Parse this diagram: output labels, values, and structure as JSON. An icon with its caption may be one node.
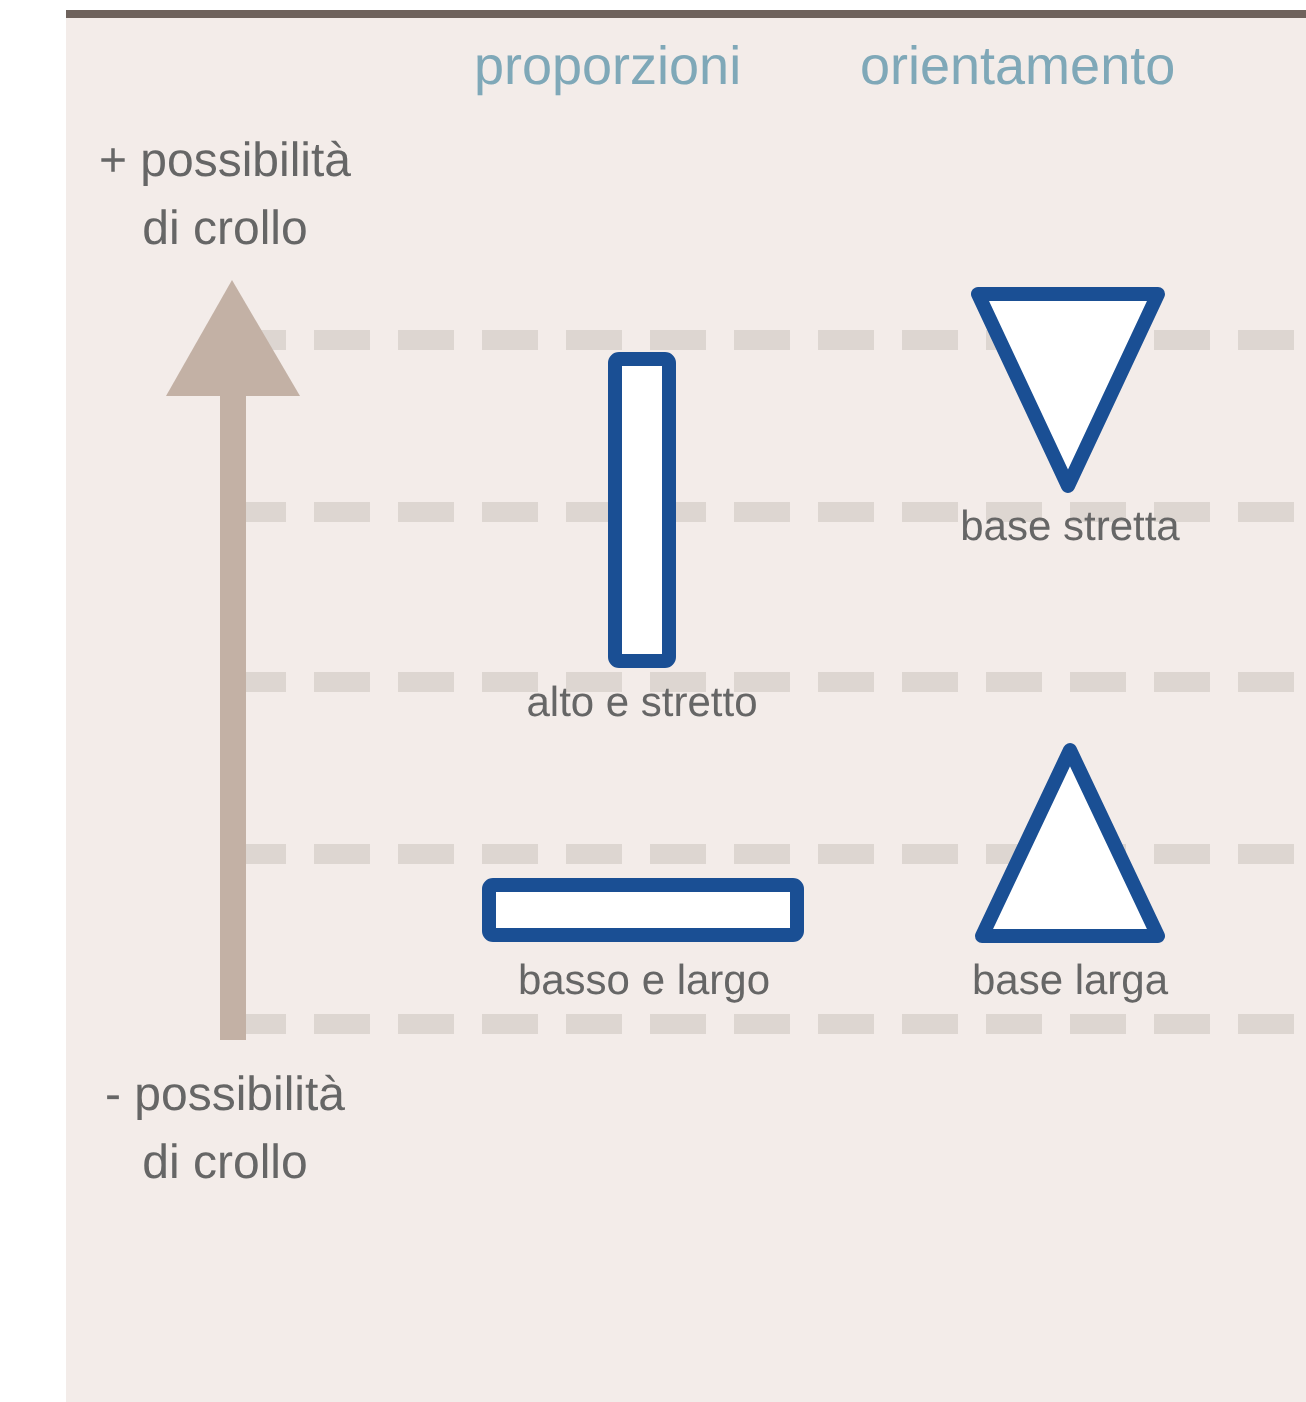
{
  "diagram": {
    "nodes": [
      {
        "text": [],
        "shape": "box",
        "beside": [
          "alto e stretto"
        ]
      },
      {
        "text": [],
        "shape": "triangle",
        "beside": [
          "base stretta"
        ]
      },
      {
        "text": [],
        "shape": "box",
        "beside": [
          "basso e largo"
        ]
      },
      {
        "text": [],
        "shape": "triangle",
        "beside": [
          "base larga"
        ]
      }
    ],
    "labels": [
      "proporzioni",
      "orientamento",
      "+ possibilità di crollo",
      "- possibilità di crollo"
    ]
  }
}
